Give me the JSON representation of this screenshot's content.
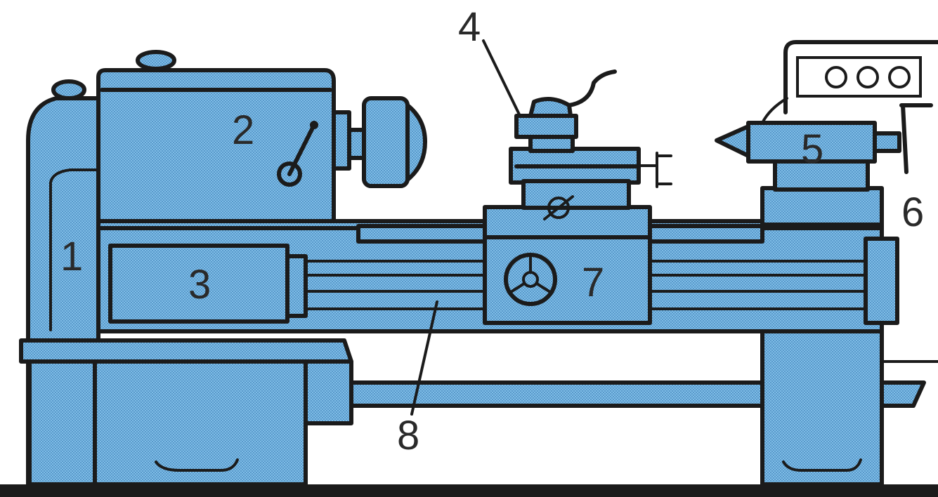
{
  "colors": {
    "part_fill": "#7fbde6",
    "dot_color": "#3d7fb8",
    "outline": "#1b1b1b",
    "background": "#ffffff"
  },
  "labels": [
    "1",
    "2",
    "3",
    "4",
    "5",
    "6",
    "7",
    "8"
  ]
}
